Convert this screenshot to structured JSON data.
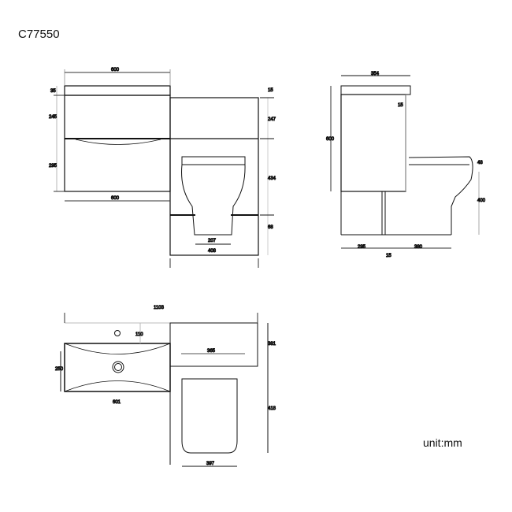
{
  "product_code": "C77550",
  "unit_label": "unit:mm",
  "front_view": {
    "overall_vanity_width": "600",
    "vanity_bottom_width": "600",
    "top_height": "35",
    "upper_drawer_height": "245",
    "lower_drawer_height": "295",
    "wc_unit_top": "15",
    "wc_unit_upper": "247",
    "wc_unit_lower": "434",
    "wc_plinth": "68",
    "toilet_base_width": "207",
    "wc_unit_width": "408"
  },
  "side_view": {
    "depth": "354",
    "panel_thickness": "15",
    "overall_height": "600",
    "seat_thickness": "48",
    "pan_height": "400",
    "rear_depth": "295",
    "toilet_projection": "380",
    "gap": "15"
  },
  "plan_view": {
    "overall_width": "1103",
    "tap_offset": "110",
    "basin_depth": "250",
    "unit_depth": "381",
    "basin_width": "601",
    "seat_width": "365",
    "toilet_length": "418",
    "toilet_width": "397"
  }
}
